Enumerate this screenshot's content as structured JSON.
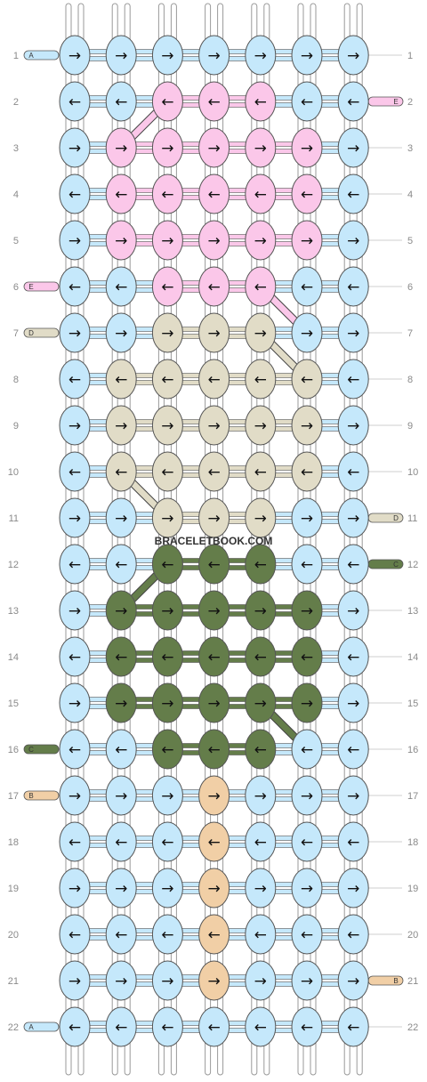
{
  "watermark": "BRACELETBOOK.COM",
  "colors": {
    "A": "#c5e8fb",
    "B": "#f1cfa6",
    "C": "#647d4a",
    "D": "#e1dcc7",
    "E": "#fbc7e9"
  },
  "string_order_top": [
    "A",
    "A",
    "E",
    "E",
    "E",
    "E",
    "A",
    "A",
    "D",
    "D",
    "D",
    "D",
    "A",
    "A"
  ],
  "row_directions": [
    "r",
    "l",
    "r",
    "l",
    "r",
    "l",
    "r",
    "l",
    "r",
    "l",
    "r",
    "l",
    "r",
    "l",
    "r",
    "l",
    "r",
    "l",
    "r",
    "l",
    "r",
    "l"
  ],
  "row_colors": [
    "AAAAAAA",
    "AAEEEAA",
    "AEEEEEA",
    "AEEEEEA",
    "AEEEEEA",
    "AAEEEAA",
    "AADDDAA",
    "ADDDDDA",
    "ADDDDDA",
    "ADDDDDA",
    "AADDDAA",
    "AACCCAA",
    "ACCCCCA",
    "ACCCCCA",
    "ACCCCCA",
    "AACCCAA",
    "AAABAAA",
    "AAABAAA",
    "AAABAAA",
    "AAABAAA",
    "AAABAAA",
    "AAAAAAA"
  ],
  "row_labels": [
    "1",
    "2",
    "3",
    "4",
    "5",
    "6",
    "7",
    "8",
    "9",
    "10",
    "11",
    "12",
    "13",
    "14",
    "15",
    "16",
    "17",
    "18",
    "19",
    "20",
    "21",
    "22"
  ],
  "string_ends": [
    {
      "side": "left",
      "row": 1,
      "letter": "A",
      "color": "A"
    },
    {
      "side": "right",
      "row": 2,
      "letter": "E",
      "color": "E"
    },
    {
      "side": "left",
      "row": 6,
      "letter": "E",
      "color": "E"
    },
    {
      "side": "left",
      "row": 7,
      "letter": "D",
      "color": "D"
    },
    {
      "side": "right",
      "row": 11,
      "letter": "D",
      "color": "D"
    },
    {
      "side": "right",
      "row": 12,
      "letter": "C",
      "color": "C"
    },
    {
      "side": "left",
      "row": 16,
      "letter": "C",
      "color": "C"
    },
    {
      "side": "left",
      "row": 17,
      "letter": "B",
      "color": "B"
    },
    {
      "side": "right",
      "row": 21,
      "letter": "B",
      "color": "B"
    },
    {
      "side": "left",
      "row": 22,
      "letter": "A",
      "color": "A"
    }
  ]
}
